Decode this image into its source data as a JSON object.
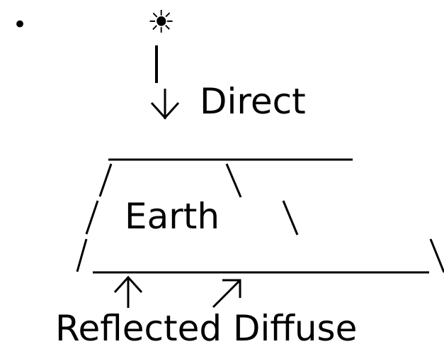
{
  "diagram": {
    "bullet": "•",
    "sun_icon": "☀",
    "direct_label": "Direct",
    "earth_label": "Earth",
    "bottom_label": "Reflected Diffuse",
    "stroke_color": "#000000",
    "background": "#ffffff"
  }
}
